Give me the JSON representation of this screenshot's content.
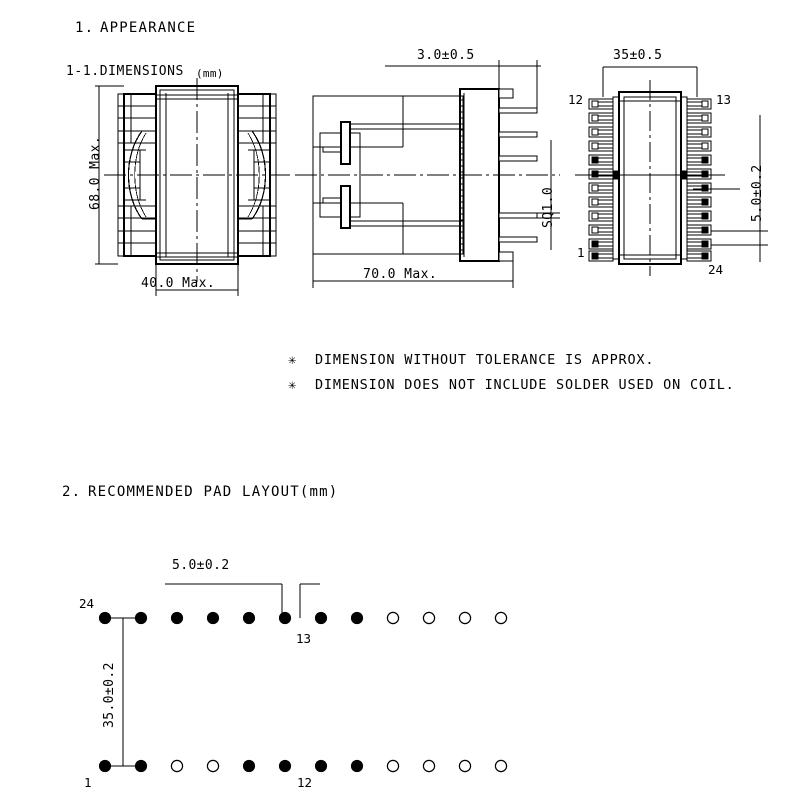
{
  "document": {
    "sections": [
      {
        "number": "1.",
        "title": "APPEARANCE"
      },
      {
        "number": "2.",
        "title": "RECOMMENDED PAD LAYOUT(mm)"
      }
    ],
    "subsections": [
      {
        "label": "1-1.DIMENSIONS",
        "unit": "(mm)"
      }
    ],
    "notes": [
      {
        "marker": "✳",
        "text": "DIMENSION WITHOUT TOLERANCE IS APPROX."
      },
      {
        "marker": "✳",
        "text": "DIMENSION DOES NOT INCLUDE SOLDER USED ON COIL."
      }
    ]
  },
  "views": {
    "front": {
      "name": "front-view",
      "dimensions": {
        "height": "68.0 Max.",
        "width": "40.0 Max."
      }
    },
    "side": {
      "name": "side-view",
      "dimensions": {
        "pin_length": "3.0±0.5",
        "pin_section": "SQ1.0",
        "width": "70.0 Max."
      }
    },
    "top": {
      "name": "top-view",
      "dimensions": {
        "width": "35±0.5",
        "pin_pitch": "5.0±0.2"
      },
      "pin_labels": {
        "top_left": "12",
        "top_right": "13",
        "bottom_left": "1",
        "bottom_right": "24"
      },
      "pins_per_side": 12
    }
  },
  "pad_layout": {
    "dimensions": {
      "pitch": "5.0±0.2",
      "row_spacing": "35.0±0.2"
    },
    "labels": {
      "top_left": "24",
      "top_right": "13",
      "bottom_left": "1",
      "bottom_right": "12"
    },
    "top_row": {
      "count": 12,
      "filled": [
        true,
        true,
        true,
        true,
        true,
        true,
        true,
        true,
        false,
        false,
        false,
        false
      ]
    },
    "bottom_row": {
      "count": 12,
      "filled": [
        true,
        true,
        false,
        false,
        true,
        true,
        true,
        true,
        false,
        false,
        false,
        false
      ]
    }
  },
  "colors": {
    "line": "#000000",
    "background": "#ffffff",
    "fill_pad": "#000000"
  }
}
